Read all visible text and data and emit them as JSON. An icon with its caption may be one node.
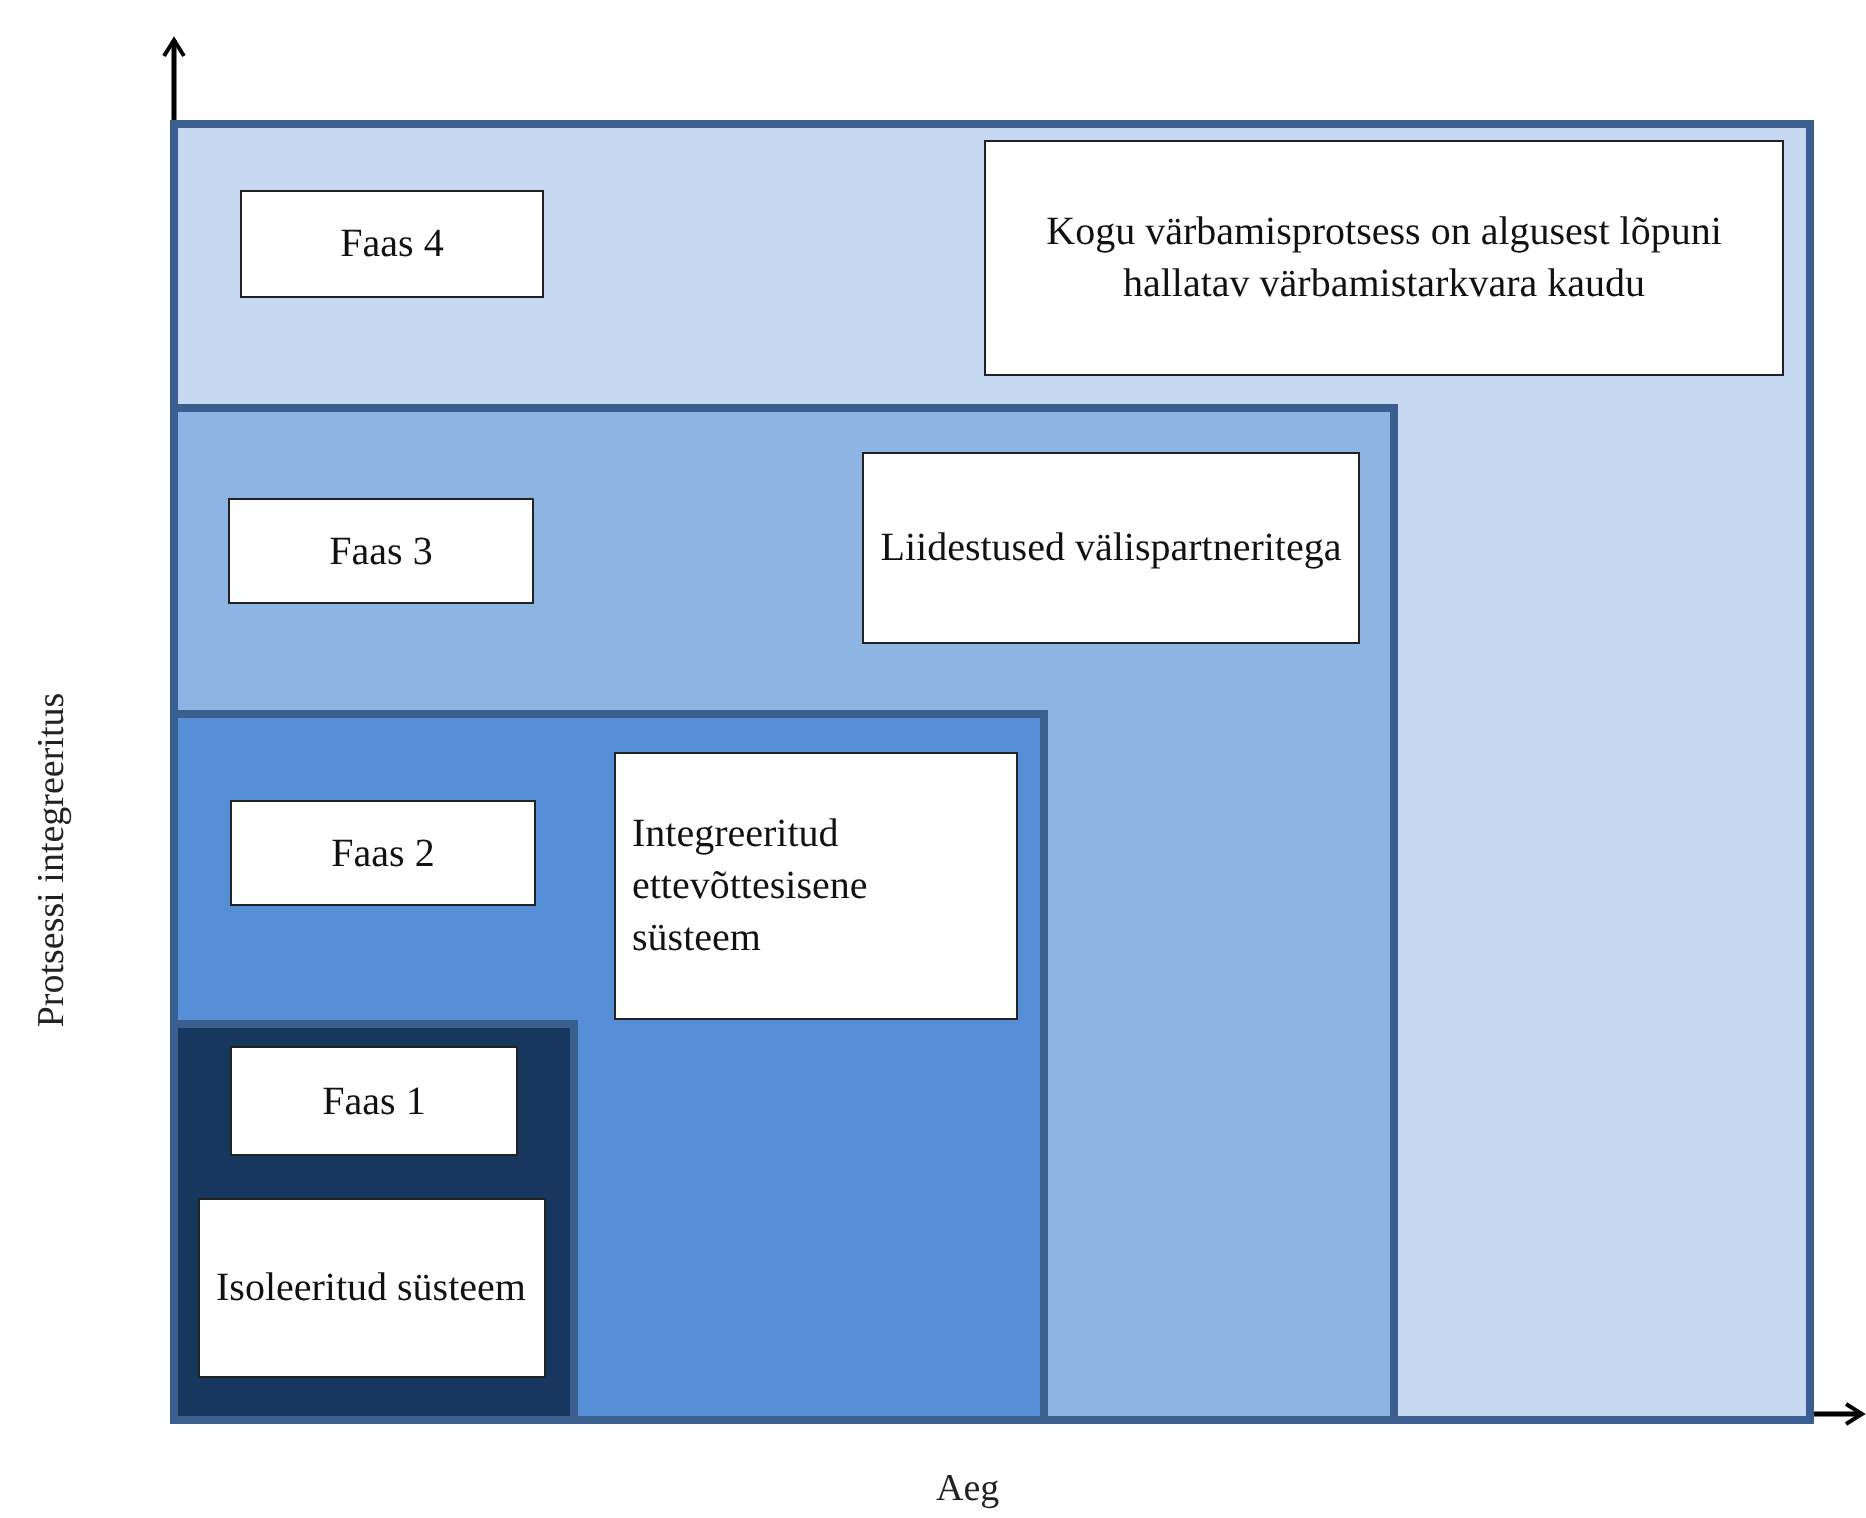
{
  "diagram": {
    "nodes": [
      {
        "text": [],
        "shape": "box"
      },
      {
        "text": [
          "Faas 4"
        ],
        "in": 0
      },
      {
        "text": [
          "Kogu värbamisprotsess on algusest lõpuni hallatav värbamistarkvara kaudu"
        ],
        "in": 0
      },
      {
        "text": [],
        "shape": "box",
        "in": 0
      },
      {
        "text": [
          "Faas 3"
        ],
        "in": 3
      },
      {
        "text": [
          "Liidestused välispartneritega"
        ],
        "in": 3
      },
      {
        "text": [],
        "shape": "box",
        "in": 3
      },
      {
        "text": [
          "Faas 2"
        ],
        "in": 6
      },
      {
        "text": [
          "Integreeritud ettevõttesisene süsteem"
        ],
        "in": 6
      },
      {
        "text": [],
        "shape": "box",
        "in": 6
      },
      {
        "text": [
          "Faas 1"
        ],
        "in": 9
      },
      {
        "text": [
          "Isoleeritud süsteem"
        ],
        "in": 9
      }
    ],
    "edges": [],
    "labels": [
      "Protsessi integreeritus",
      "Aeg"
    ]
  }
}
